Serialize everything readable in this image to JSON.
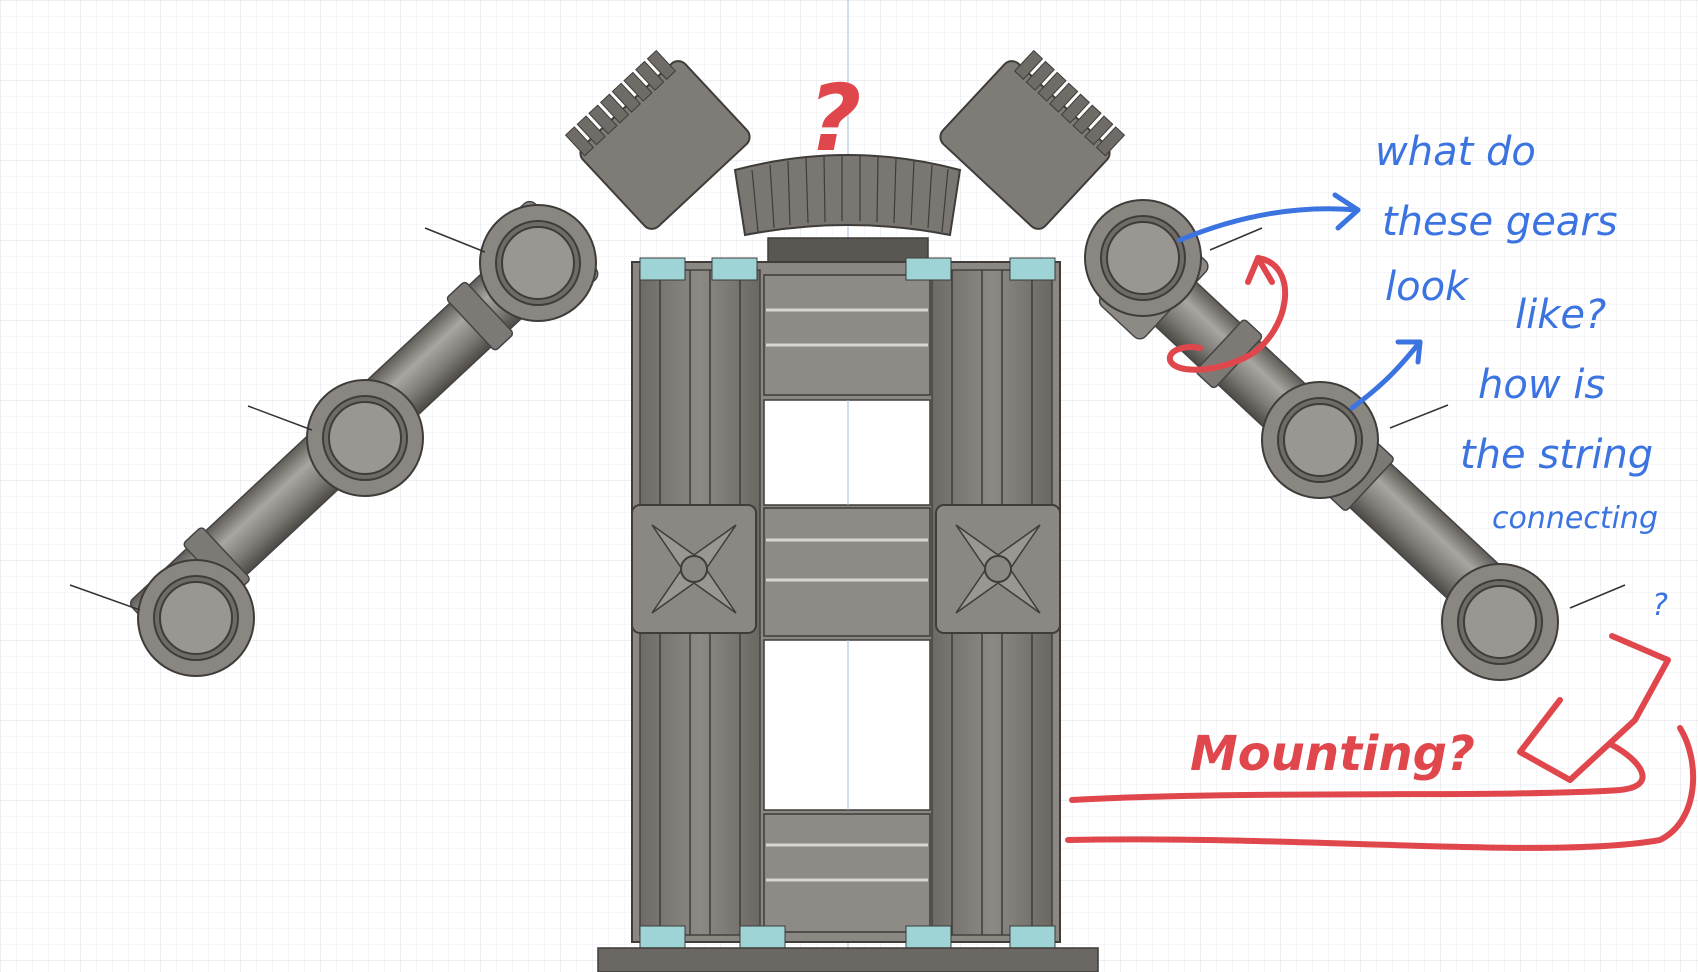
{
  "annotations": {
    "blue_question_lines": [
      "what do",
      "these gears",
      "look",
      "like?",
      "how is",
      "the string",
      "connecting",
      "?"
    ],
    "red_question": "Mounting?",
    "red_top_mark": "?"
  },
  "colors": {
    "background": "#ffffff",
    "grid_minor": "#eceef1",
    "grid_major": "#d9dde3",
    "axis_line": "#aabbdd",
    "metal": "#8a8783",
    "metal_dark": "#5f5c58",
    "metal_light": "#a9a6a1",
    "frame": "#84807a",
    "frame_dark": "#56534f",
    "clip": "#9fd4d6",
    "red_ink": "#e0474c",
    "blue_ink": "#3b74e0"
  }
}
